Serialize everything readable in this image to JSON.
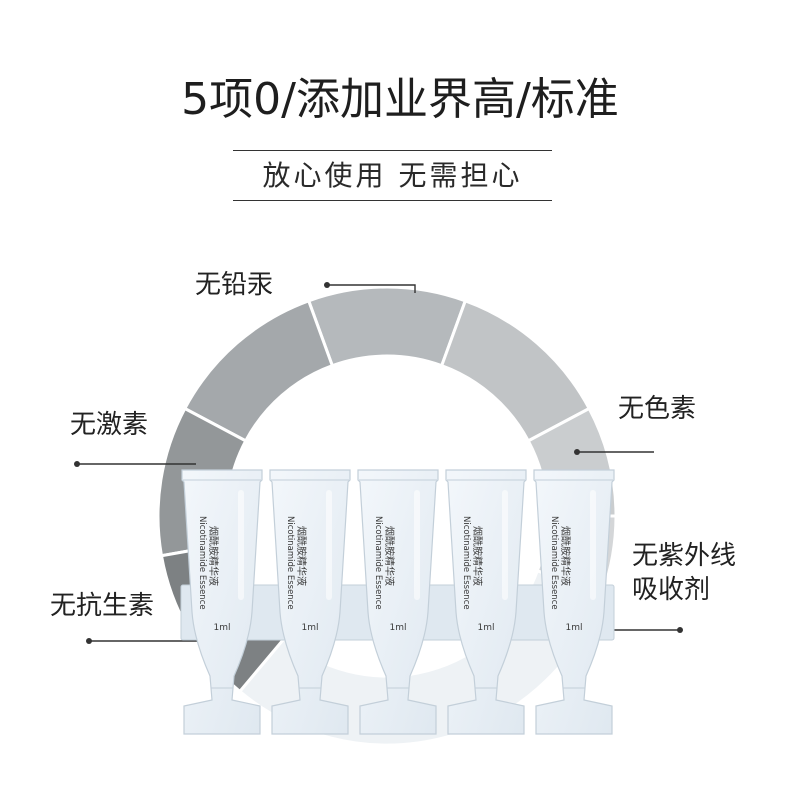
{
  "title": "5项0/添加业界高/标准",
  "subtitle": "放心使用 无需担心",
  "labels": {
    "lead_mercury": "无铅汞",
    "pigment": "无色素",
    "hormone": "无激素",
    "uv_absorber": [
      "无紫外线",
      "吸收剂"
    ],
    "antibiotic": "无抗生素"
  },
  "ring": {
    "colors": [
      "#b5b9bc",
      "#a4a8ab",
      "#939799",
      "#7d8183",
      "#c1c4c6",
      "#cacdcf",
      "#d4d6d8",
      "#eef2f5"
    ],
    "gap_color": "#ffffff"
  },
  "colors": {
    "text": "#222222",
    "line": "#333333",
    "ampoule_fill_top": "#f3f7fb",
    "ampoule_fill_bottom": "#dfe8f0",
    "ampoule_stroke": "#c3cfd9",
    "ampoule_text": "#3a3a3a"
  },
  "ampoules": [
    {
      "name_en": "Nicotinamide Essence",
      "name_cn": "烟酰胺精华液",
      "volume": "1ml"
    },
    {
      "name_en": "Nicotinamide Essence",
      "name_cn": "烟酰胺精华液",
      "volume": "1ml"
    },
    {
      "name_en": "Nicotinamide Essence",
      "name_cn": "烟酰胺精华液",
      "volume": "1ml"
    },
    {
      "name_en": "Nicotinamide Essence",
      "name_cn": "烟酰胺精华液",
      "volume": "1ml"
    },
    {
      "name_en": "Nicotinamide Essence",
      "name_cn": "烟酰胺精华液",
      "volume": "1ml"
    }
  ]
}
